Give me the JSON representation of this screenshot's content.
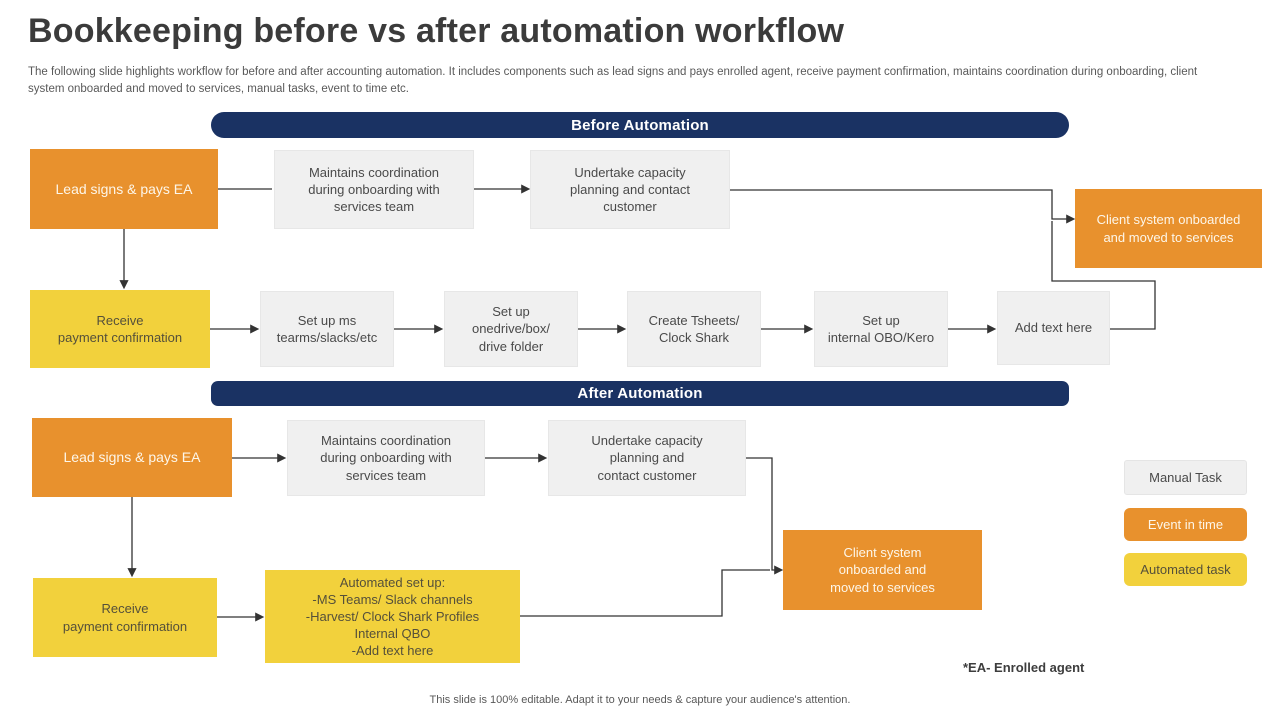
{
  "page": {
    "title": "Bookkeeping before vs after automation workflow",
    "subtitle": "The following slide highlights workflow for before and after accounting automation. It includes components such as lead signs and pays enrolled agent, receive payment confirmation, maintains coordination during onboarding, client\nsystem onboarded and moved to services, manual tasks, event to time etc.",
    "footnote": "*EA- Enrolled agent",
    "footer": "This slide is 100% editable. Adapt it to your needs & capture your audience's attention."
  },
  "sections": {
    "before": {
      "header": "Before Automation",
      "nodes": {
        "lead": "Lead signs & pays EA",
        "maintains": "Maintains coordination\nduring onboarding with\nservices team",
        "undertake": "Undertake capacity\nplanning and contact\ncustomer",
        "client": "Client system onboarded\nand moved to services",
        "receive": "Receive\npayment confirmation",
        "setup_ms": "Set up ms\ntearms/slacks/etc",
        "setup_onedrive": "Set up\nonedrive/box/\ndrive folder",
        "create_tsheets": "Create Tsheets/\nClock Shark",
        "setup_internal": "Set up\ninternal OBO/Kero",
        "add_text": "Add text here"
      }
    },
    "after": {
      "header": "After Automation",
      "nodes": {
        "lead": "Lead signs & pays EA",
        "maintains": "Maintains coordination\nduring onboarding with\nservices team",
        "undertake": "Undertake capacity\nplanning and\ncontact customer",
        "client": "Client system\nonboarded and\nmoved to services",
        "receive": "Receive\npayment confirmation",
        "automated": "Automated set up:\n-MS Teams/ Slack channels\n-Harvest/ Clock Shark Profiles\nInternal QBO\n-Add text here"
      }
    }
  },
  "legend": {
    "manual": "Manual Task",
    "event": "Event in time",
    "automated": "Automated task"
  },
  "colors": {
    "orange": "#E8912D",
    "yellow": "#F2D13C",
    "navy": "#1A3263",
    "gray_box": "#F0F0F0",
    "connector": "#333333"
  }
}
